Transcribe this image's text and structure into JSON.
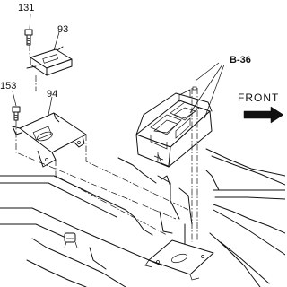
{
  "callouts": {
    "part_131": "131",
    "part_93": "93",
    "part_153": "153",
    "part_94": "94",
    "ref_b36": "B-36",
    "front": "FRONT"
  },
  "colors": {
    "ink": "#111111",
    "paper": "#ffffff"
  },
  "icons": {
    "front_arrow": "arrow-right-icon"
  }
}
